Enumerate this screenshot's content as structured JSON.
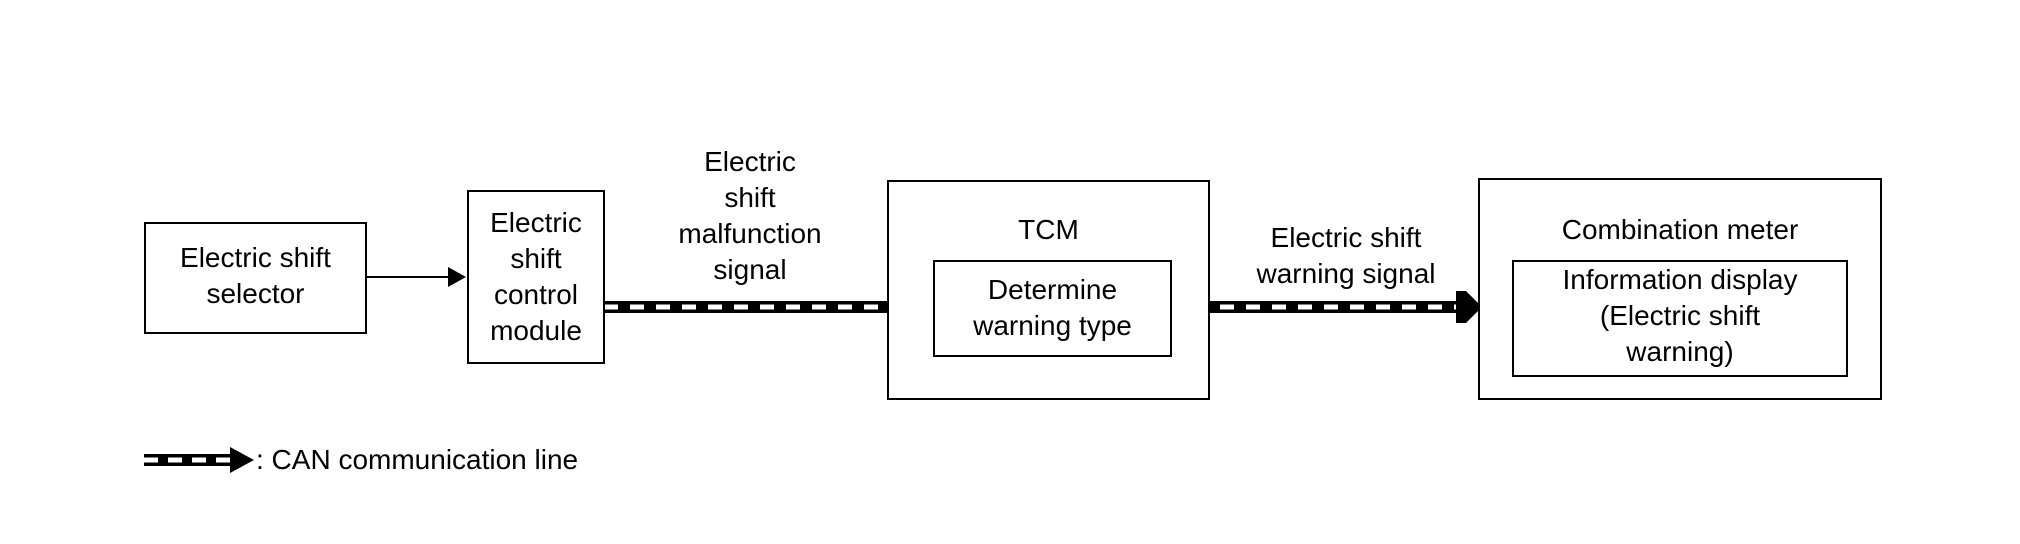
{
  "blocks": {
    "selector": "Electric shift\nselector",
    "control_module": "Electric\nshift\ncontrol\nmodule",
    "tcm": "TCM",
    "determine": "Determine\nwarning type",
    "meter": "Combination meter",
    "info_display": "Information display\n(Electric shift\nwarning)"
  },
  "signals": {
    "malfunction": "Electric\nshift\nmalfunction\nsignal",
    "warning": "Electric shift\nwarning signal"
  },
  "legend": {
    "text": ": CAN communication line"
  },
  "colors": {
    "line": "#000000",
    "can_dash": "#ffffff"
  }
}
